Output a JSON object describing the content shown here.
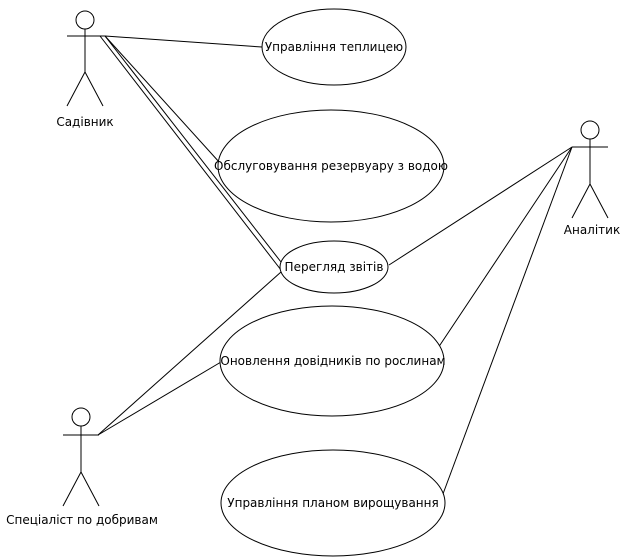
{
  "actors": {
    "gardener": "Садівник",
    "analyst": "Аналітик",
    "fertilizer_specialist": "Спеціаліст по добривам"
  },
  "use_cases": {
    "greenhouse": "Управління теплицею",
    "water_tank": "Обслуговування резервуару з водою",
    "reports": "Перегляд звітів",
    "plant_catalogs": "Оновлення довідників по рослинам",
    "growing_plan": "Управління планом вирощування"
  },
  "associations": [
    [
      "gardener",
      "greenhouse"
    ],
    [
      "gardener",
      "water_tank"
    ],
    [
      "gardener",
      "reports"
    ],
    [
      "analyst",
      "reports"
    ],
    [
      "analyst",
      "plant_catalogs"
    ],
    [
      "analyst",
      "growing_plan"
    ],
    [
      "fertilizer_specialist",
      "reports"
    ],
    [
      "fertilizer_specialist",
      "plant_catalogs"
    ]
  ]
}
